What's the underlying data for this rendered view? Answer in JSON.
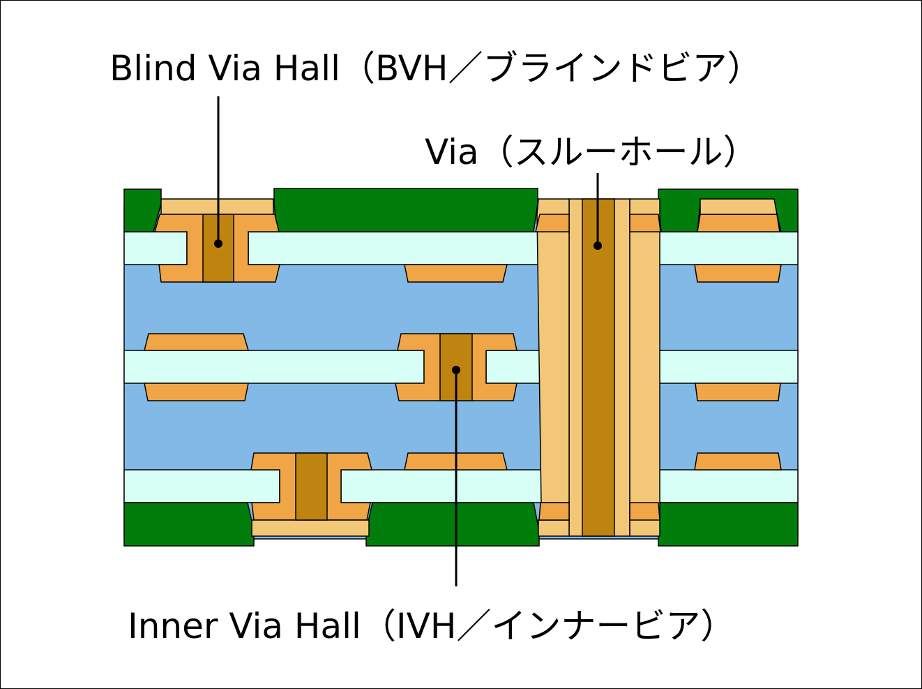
{
  "labels": {
    "blind_via": "Blind Via Hall（BVH／ブラインドビア）",
    "through_via": "Via（スルーホール）",
    "inner_via": "Inner Via Hall（IVH／インナービア）"
  },
  "colors": {
    "prepreg": "#82b9e6",
    "core": "#d7fff6",
    "solder_resist": "#007d0a",
    "copper": "#f0a546",
    "plating": "#f2c878",
    "via_fill": "#bf8310",
    "line": "#000000"
  }
}
